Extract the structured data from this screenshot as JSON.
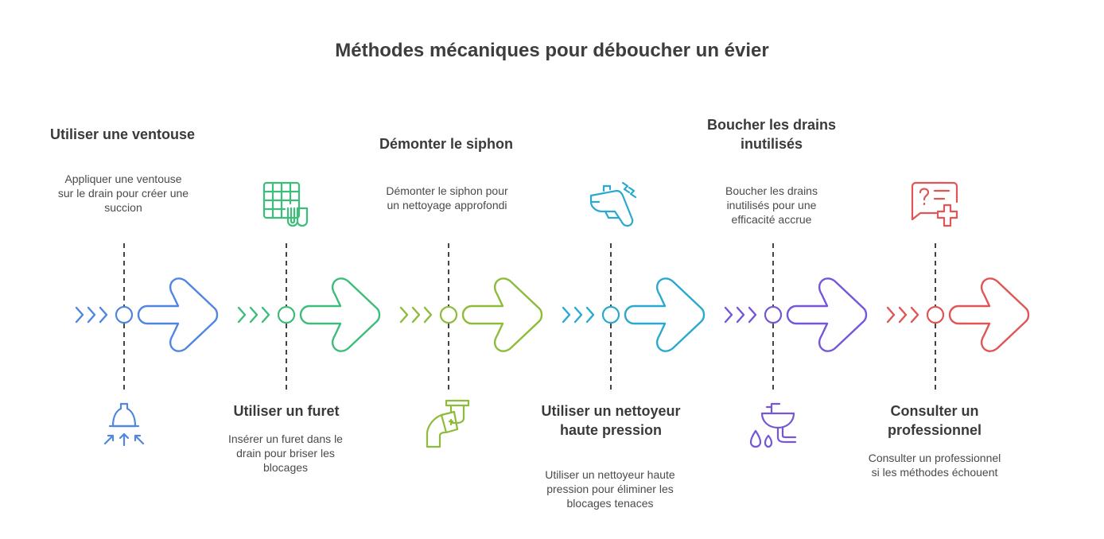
{
  "title": "Méthodes mécaniques pour déboucher un évier",
  "steps": [
    {
      "heading": "Utiliser une ventouse",
      "desc": "Appliquer une ventouse sur le drain pour créer une succion",
      "icon": "plunger-icon",
      "color": "#4f86e0",
      "text_position": "top"
    },
    {
      "heading": "Utiliser un furet",
      "desc": "Insérer un furet dans le drain pour briser les blocages",
      "icon": "pipe-grid-icon",
      "color": "#3dbd7a",
      "text_position": "bottom"
    },
    {
      "heading": "Démonter le siphon",
      "desc": "Démonter le siphon pour un nettoyage approfondi",
      "icon": "siphon-icon",
      "color": "#8dbb3a",
      "text_position": "top"
    },
    {
      "heading": "Utiliser un nettoyeur haute pression",
      "desc": "Utiliser un nettoyeur haute pression pour éliminer les blocages tenaces",
      "icon": "pressure-washer-icon",
      "color": "#2aa9d0",
      "text_position": "bottom"
    },
    {
      "heading": "Boucher les drains inutilisés",
      "desc": "Boucher les drains inutilisés pour une efficacité accrue",
      "icon": "sink-drain-icon",
      "color": "#7656d8",
      "text_position": "top"
    },
    {
      "heading": "Consulter un professionnel",
      "desc": "Consulter un professionnel si les méthodes échouent",
      "icon": "medical-question-icon",
      "color": "#e05555",
      "text_position": "bottom"
    }
  ]
}
